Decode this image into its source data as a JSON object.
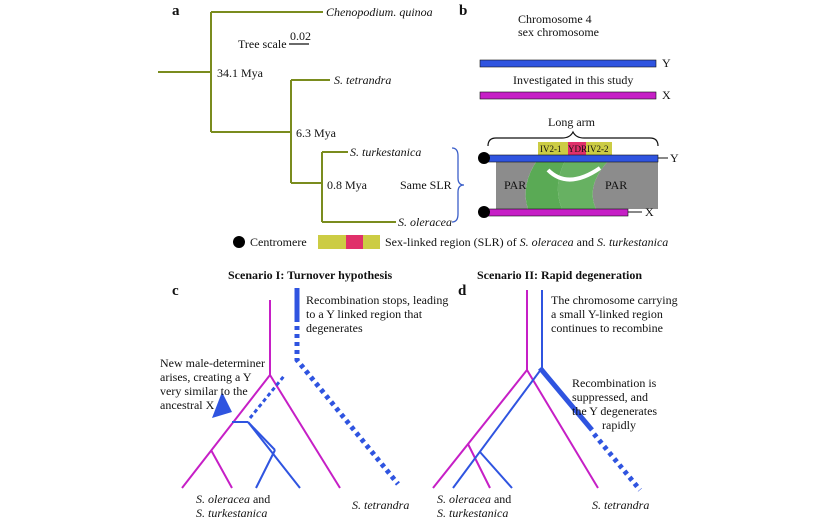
{
  "panels": {
    "a": "a",
    "b": "b",
    "c": "c",
    "d": "d"
  },
  "panel_a": {
    "leaves": [
      "Chenopodium. quinoa",
      "S. tetrandra",
      "S. turkestanica",
      "S. oleracea"
    ],
    "node_ages": [
      "34.1 Mya",
      "6.3 Mya",
      "0.8 Mya"
    ],
    "tree_scale_label": "Tree scale",
    "tree_scale_value": "0.02",
    "bracket_label": "Same SLR",
    "branch_color": "#7a8c1e"
  },
  "panel_b": {
    "title_line1": "Chromosome 4",
    "title_line2": "sex chromosome",
    "y_label": "Y",
    "x_label": "X",
    "study_note": "Investigated in this study",
    "long_arm_label": "Long arm",
    "segments": [
      "IV2-1",
      "YDR",
      "IV2-2"
    ],
    "par_label": "PAR",
    "colors": {
      "y": "#2f54e0",
      "x": "#c61fc6",
      "par": "#8c8c8c",
      "green": "#5aaa55",
      "slr_yellow": "#cccc44",
      "slr_pink": "#e0306a"
    }
  },
  "legend": {
    "centromere": "Centromere",
    "slr": "Sex-linked region (SLR) of ",
    "slr_sp1": "S. oleracea",
    "slr_and": " and ",
    "slr_sp2": "S. turkestanica"
  },
  "panel_c": {
    "title": "Scenario I: Turnover hypothesis",
    "note_top": [
      "Recombination stops, leading",
      "to a Y linked region that",
      "degenerates"
    ],
    "note_left": [
      "New male-determiner",
      "arises, creating a Y",
      "very similar to the",
      "ancestral X"
    ],
    "leaf1_line1": "S. oleracea",
    "leaf1_and": " and",
    "leaf1_line2": "S. turkestanica",
    "leaf2": "S. tetrandra"
  },
  "panel_d": {
    "title": "Scenario II: Rapid degeneration",
    "note_top": [
      "The chromosome carrying",
      "a small Y-linked region",
      "continues to recombine"
    ],
    "note_mid": [
      "Recombination is",
      "suppressed, and",
      "the Y degenerates",
      "rapidly"
    ],
    "leaf1_line1": "S. oleracea",
    "leaf1_and": " and",
    "leaf1_line2": "S. turkestanica",
    "leaf2": "S. tetrandra"
  }
}
